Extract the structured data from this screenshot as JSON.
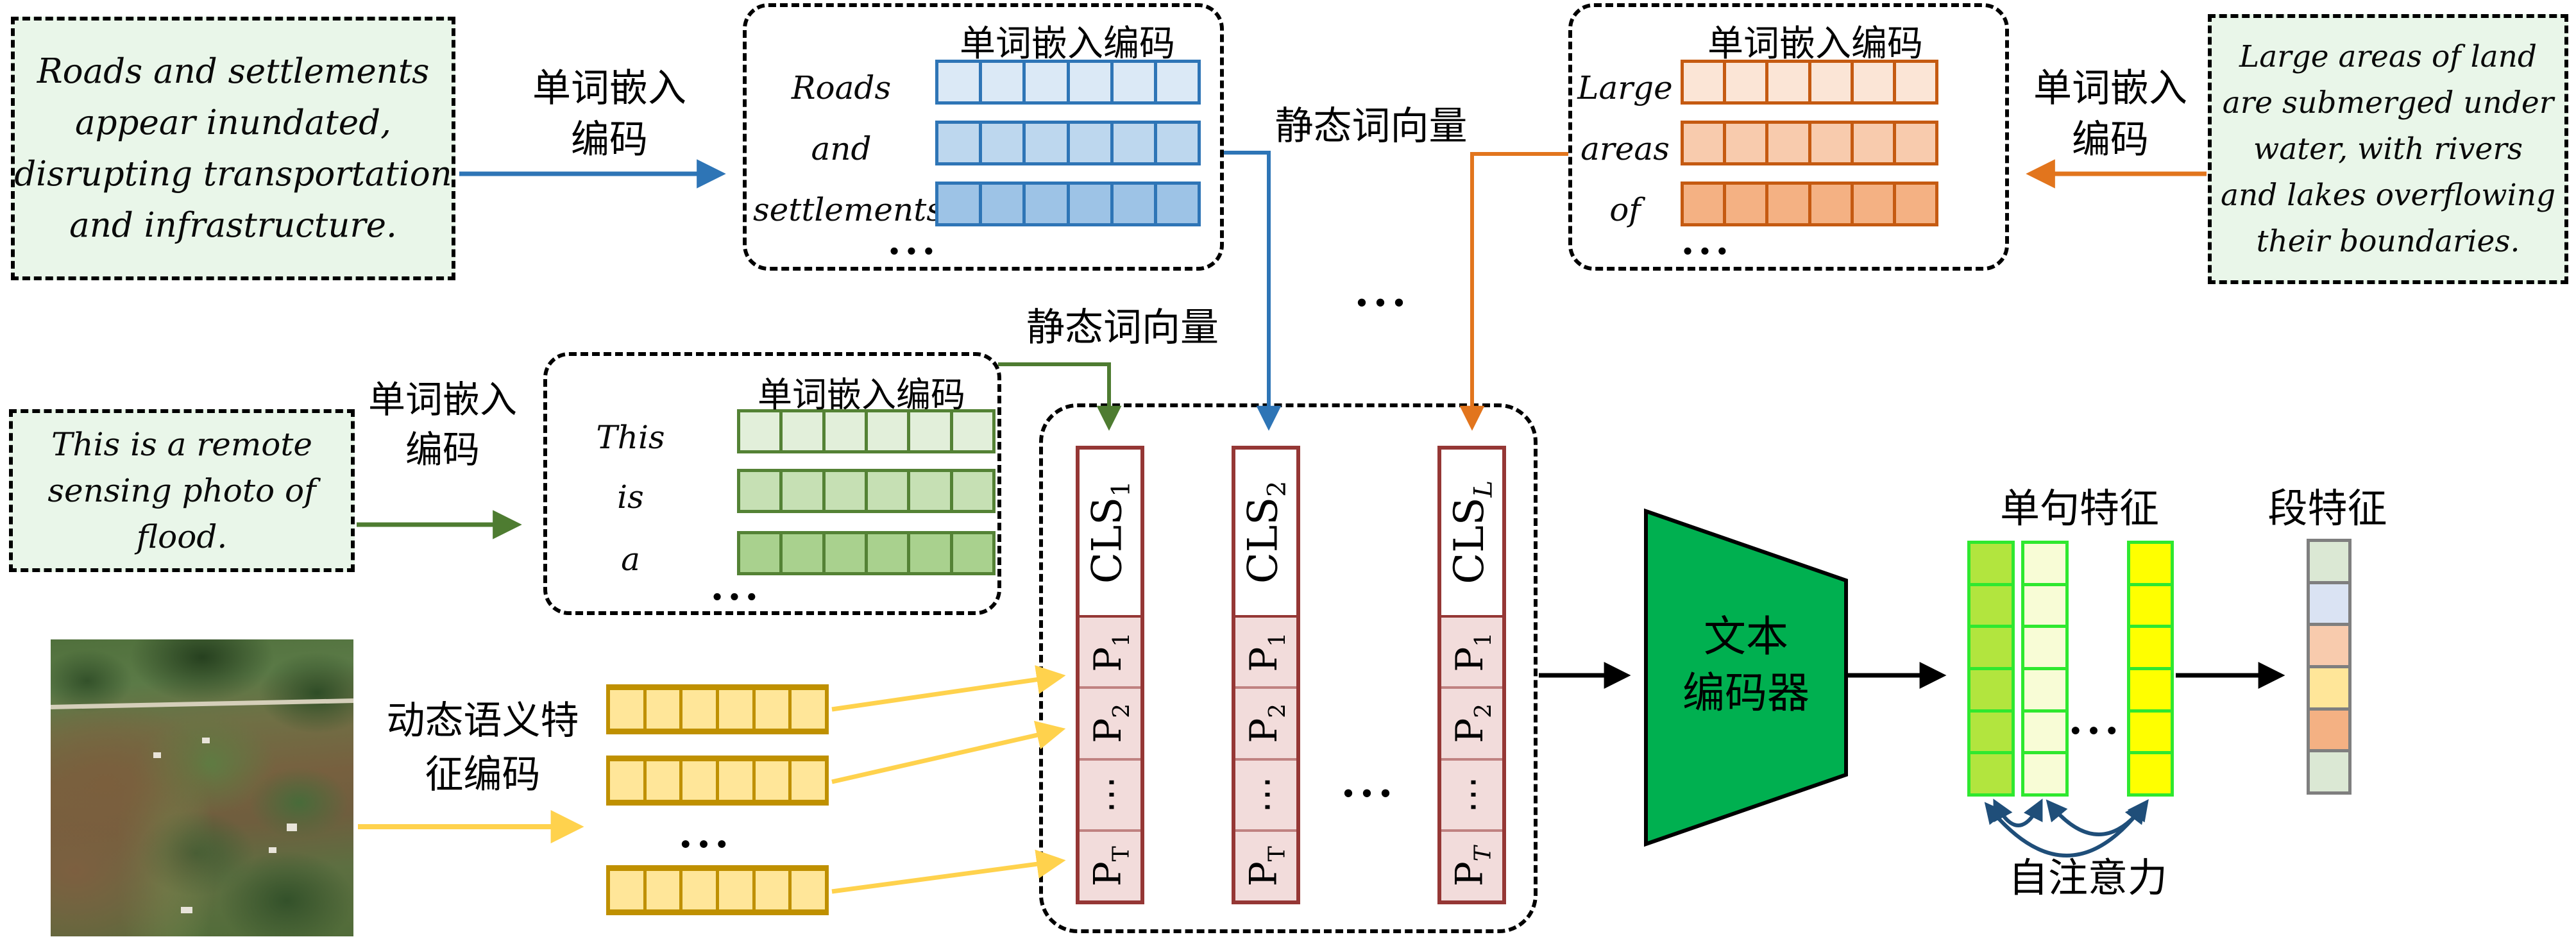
{
  "sentences": {
    "s1": "Roads and settlements\nappear inundated,\ndisrupting transportation\nand infrastructure.",
    "s2": "This is a remote\nsensing photo of\nflood.",
    "s3": "Large areas of land\nare submerged under\nwater, with rivers\nand lakes overflowing\ntheir boundaries."
  },
  "labels": {
    "word_embedding_left": "单词嵌入\n编码",
    "word_embedding_mid": "单词嵌入\n编码",
    "word_embedding_right": "单词嵌入\n编码",
    "embed_title_blue": "单词嵌入编码",
    "embed_title_green": "单词嵌入编码",
    "embed_title_orange": "单词嵌入编码",
    "static_word_vector_top": "静态词向量",
    "static_word_vector_mid": "静态词向量",
    "dynamic_semantic_feature": "动态语义特\n征编码",
    "text_encoder": "文本\n编码器",
    "sentence_feature": "单句特征",
    "segment_feature": "段特征",
    "self_attention": "自注意力",
    "ellipsis": "..."
  },
  "words": {
    "blue": [
      "Roads",
      "and",
      "settlements",
      "..."
    ],
    "green": [
      "This",
      "is",
      "a",
      "..."
    ],
    "orange": [
      "Large",
      "areas",
      "of",
      "..."
    ]
  },
  "token_columns": [
    {
      "cls": "CLS",
      "cls_sub": "1",
      "cells": [
        "P",
        "P",
        "⋯",
        "P"
      ],
      "subs": [
        "1",
        "2",
        "",
        "T"
      ]
    },
    {
      "cls": "CLS",
      "cls_sub": "2",
      "cells": [
        "P",
        "P",
        "⋯",
        "P"
      ],
      "subs": [
        "1",
        "2",
        "",
        "T"
      ]
    },
    {
      "cls": "CLS",
      "cls_sub": "L",
      "cells": [
        "P",
        "P",
        "⋯",
        "P"
      ],
      "subs": [
        "1",
        "2",
        "",
        "T"
      ]
    }
  ],
  "colors": {
    "blue_rows": [
      "#dbe9f6",
      "#bdd7ee",
      "#9dc3e6"
    ],
    "blue_border": "#2e75b6",
    "green_rows": [
      "#e2efda",
      "#c6e0b4",
      "#a9d18e"
    ],
    "green_border": "#548235",
    "orange_rows": [
      "#fbe5d6",
      "#f8cbad",
      "#f4b183"
    ],
    "orange_border": "#c55a11",
    "yellow_fill": "#ffe699",
    "yellow_border": "#bf9000",
    "pink_fill": "#f2dcdb",
    "token_border": "#953735",
    "encoder_green": "#00b050",
    "featA_fill": "#b2e53e",
    "featB_fill": "#f8fcd6",
    "featC_fill": "#ffff00",
    "feat_border": "#2fe82f",
    "segment_cells": [
      "#dbe8d4",
      "#dae3f3",
      "#f8cbad",
      "#ffe699",
      "#f4b183",
      "#dbe8d4"
    ],
    "segment_border": "#7f7f7f",
    "arc_blue": "#1f4e79"
  }
}
